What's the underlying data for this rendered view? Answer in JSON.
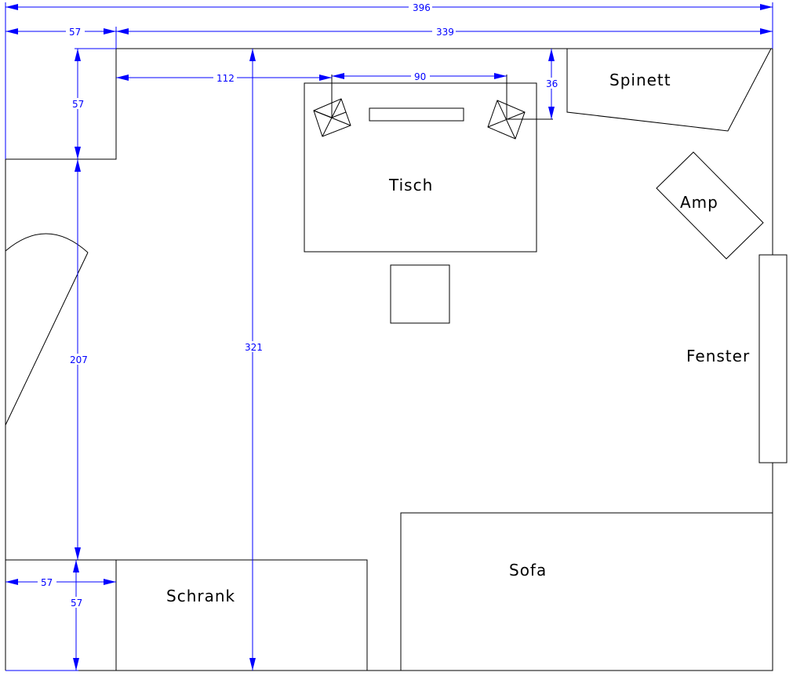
{
  "colors": {
    "lines": "#000000",
    "dimensions": "#0000ff",
    "background": "#ffffff"
  },
  "labels": {
    "spinett": "Spinett",
    "tisch": "Tisch",
    "amp": "Amp",
    "fenster": "Fenster",
    "sofa": "Sofa",
    "schrank": "Schrank"
  },
  "dimensions": {
    "total_width": "396",
    "door_width": "57",
    "remaining_width": "339",
    "door_depth": "57",
    "to_speaker": "112",
    "speaker_spacing": "90",
    "speaker_wall_gap": "36",
    "wall_length": "207",
    "room_depth": "321",
    "corner_width": "57",
    "corner_depth": "57"
  }
}
